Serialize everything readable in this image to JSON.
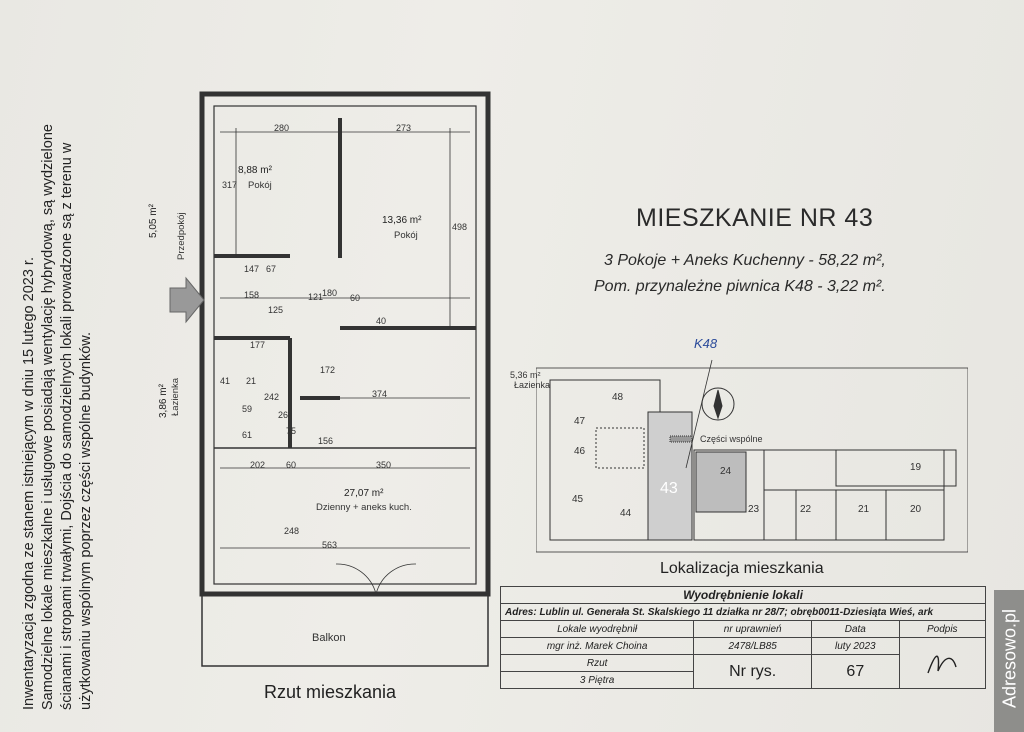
{
  "left_note": {
    "lines": [
      "Inwentaryzacja zgodna ze stanem istniejącym w dniu 15 lutego 2023 r.",
      "Samodzielne lokale mieszkalne i usługowe posiadają wentylację hybrydową, są wydzielone",
      "ścianami i stropami trwałymi, Dojścia do samodzielnych lokali prowadzone są z terenu w",
      "użytkowaniu wspólnym poprzez części wspólne budynków."
    ]
  },
  "plan": {
    "rooms": [
      {
        "area": "8,88 m²",
        "name": "Pokój"
      },
      {
        "area": "13,36 m²",
        "name": "Pokój"
      },
      {
        "area": "27,07 m²",
        "name": "Dzienny + aneks kuch."
      },
      {
        "area": "5,05 m²",
        "name": "Przedpokój"
      },
      {
        "area": "3,86 m²",
        "name": "Łazienka"
      }
    ],
    "balcony": "Balkon",
    "dims": [
      "280",
      "273",
      "317",
      "498",
      "147",
      "67",
      "158",
      "121",
      "180",
      "60",
      "125",
      "40",
      "177",
      "172",
      "41",
      "21",
      "59",
      "242",
      "374",
      "26",
      "61",
      "75",
      "156",
      "202",
      "60",
      "350",
      "248",
      "563"
    ]
  },
  "heading": {
    "title": "MIESZKANIE NR 43",
    "line1": "3 Pokoje + Aneks Kuchenny - 58,22 m²,",
    "line2": "Pom.  przynależne piwnica K48 - 3,22 m²."
  },
  "location": {
    "handwritten": "K48",
    "bath_area": "5,36 m²",
    "bath_label": "Łazienka",
    "common_label": "Części wspólne",
    "numbers": [
      "48",
      "47",
      "46",
      "45",
      "44",
      "43",
      "24",
      "23",
      "22",
      "21",
      "20",
      "19"
    ],
    "caption": "Lokalizacja mieszkania"
  },
  "table": {
    "header": "Wyodrębnienie lokali",
    "address": "Adres: Lublin  ul. Generała St. Skalskiego 11     działka nr 28/7; obręb0011-Dziesiąta Wieś, ark",
    "col1_label": "Lokale wyodrębnił",
    "col1_value": "mgr inż. Marek Choina",
    "col2_label": "nr uprawnień",
    "col2_value": "2478/LB85",
    "col3_label": "Data",
    "col3_value": "luty 2023",
    "col4_label": "Podpis",
    "rzut_label": "Rzut",
    "rzut_value": "3 Piętra",
    "nr_label": "Nr rys.",
    "nr_value": "67"
  },
  "footer": "Rzut mieszkania",
  "watermark": "Adresowo.pl"
}
